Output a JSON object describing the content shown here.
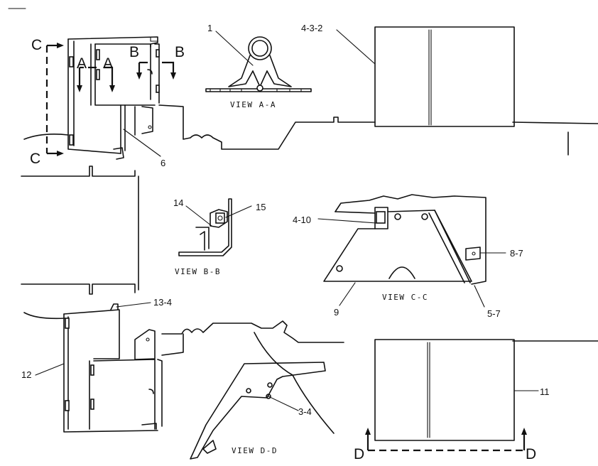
{
  "callouts": {
    "c1": "1",
    "c4_3_2": "4-3-2",
    "c6": "6",
    "c14": "14",
    "c15": "15",
    "c4_10": "4-10",
    "c8_7": "8-7",
    "c9": "9",
    "c5_7": "5-7",
    "c13_4": "13-4",
    "c12": "12",
    "c3_4": "3-4",
    "c11": "11"
  },
  "section_markers": {
    "a_left": "A",
    "a_right": "A",
    "b_left": "B",
    "b_right": "B",
    "c_top": "C",
    "c_bottom": "C",
    "d_left": "D",
    "d_right": "D"
  },
  "view_labels": {
    "aa": "VIEW A-A",
    "bb": "VIEW B-B",
    "cc": "VIEW C-C",
    "dd": "VIEW D-D"
  },
  "line_color": "#111111"
}
